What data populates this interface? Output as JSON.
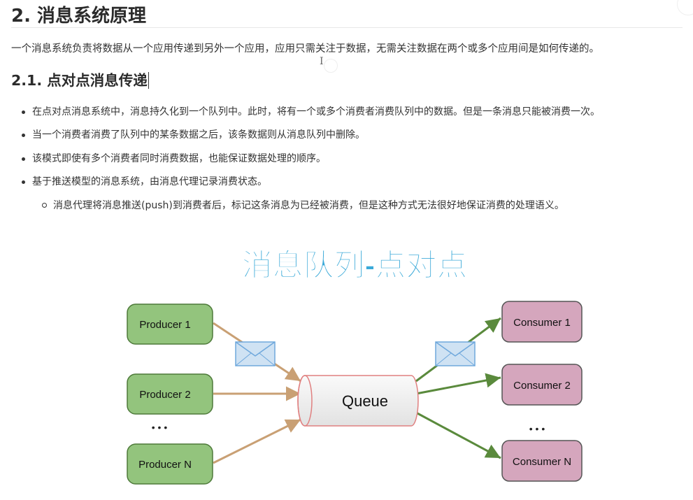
{
  "heading": "2. 消息系统原理",
  "intro": "一个消息系统负责将数据从一个应用传递到另外一个应用，应用只需关注于数据，无需关注数据在两个或多个应用间是如何传递的。",
  "subheading": "2.1. 点对点消息传递",
  "bullets": [
    "在点对点消息系统中，消息持久化到一个队列中。此时，将有一个或多个消费者消费队列中的数据。但是一条消息只能被消费一次。",
    "当一个消费者消费了队列中的某条数据之后，该条数据则从消息队列中删除。",
    "该模式即使有多个消费者同时消费数据，也能保证数据处理的顺序。",
    "基于推送模型的消息系统，由消息代理记录消费状态。"
  ],
  "sub_bullet": "消息代理将消息推送(push)到消费者后，标记这条消息为已经被消费，但是这种方式无法很好地保证消费的处理语义。",
  "diagram": {
    "title": "消息队列-点对点",
    "producers": [
      "Producer 1",
      "Producer 2",
      "Producer N"
    ],
    "queue": "Queue",
    "consumers": [
      "Consumer 1",
      "Consumer 2",
      "Consumer N"
    ],
    "ellipsis": "• • •",
    "colors": {
      "title": "#3aa9d8",
      "producer_fill": "#93c47d",
      "producer_stroke": "#4e7a3a",
      "consumer_fill": "#d5a6bd",
      "consumer_stroke": "#555555",
      "producer_arrow": "#c9a074",
      "consumer_arrow": "#5a8a3c",
      "queue_stroke": "#e08080",
      "envelope": "#cfe2f3"
    },
    "icons": [
      "envelope-icon",
      "envelope-icon"
    ]
  }
}
